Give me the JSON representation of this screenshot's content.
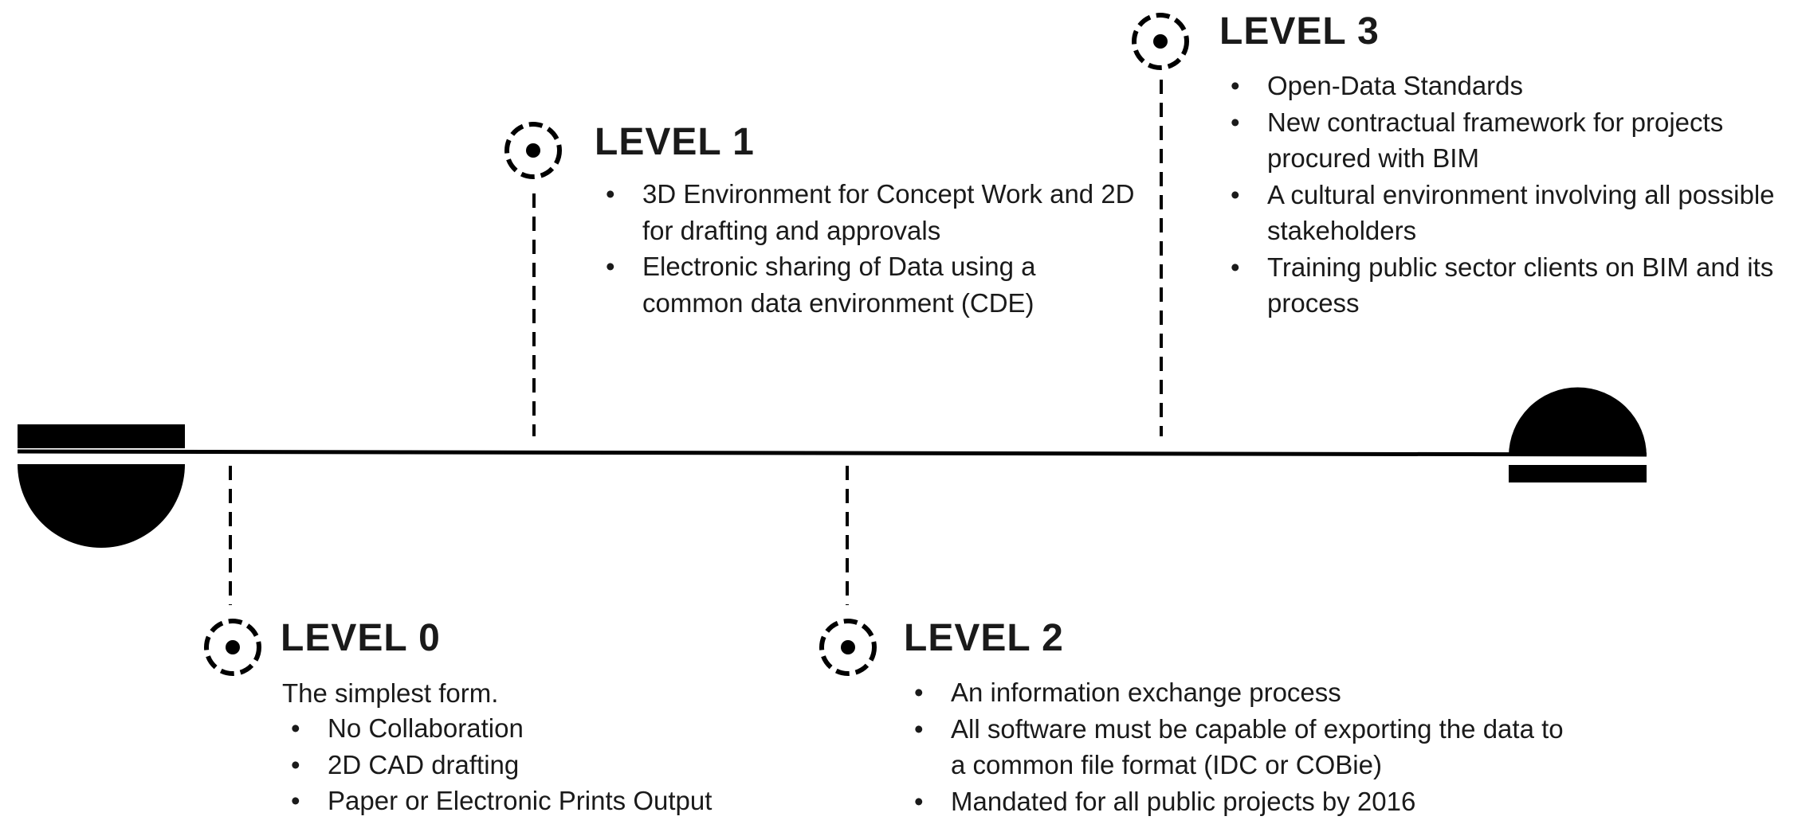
{
  "levels": [
    {
      "id": "level-0",
      "title": "LEVEL 0",
      "intro": "The simplest form.",
      "bullets": [
        "No Collaboration",
        "2D CAD drafting",
        "Paper or Electronic Prints Output"
      ]
    },
    {
      "id": "level-1",
      "title": "LEVEL 1",
      "bullets": [
        "3D Environment for Concept Work and 2D for drafting and approvals",
        "Electronic sharing of Data using a common data environment (CDE)"
      ]
    },
    {
      "id": "level-2",
      "title": "LEVEL 2",
      "bullets": [
        "An information exchange process",
        "All software must be capable of exporting the data to a common file format (IDC or COBie)",
        "Mandated for all public projects by 2016"
      ]
    },
    {
      "id": "level-3",
      "title": "LEVEL 3",
      "bullets": [
        "Open-Data Standards",
        "New contractual framework for projects procured with BIM",
        "A cultural environment involving all possible stakeholders",
        "Training public sector clients on BIM and its process"
      ]
    }
  ]
}
